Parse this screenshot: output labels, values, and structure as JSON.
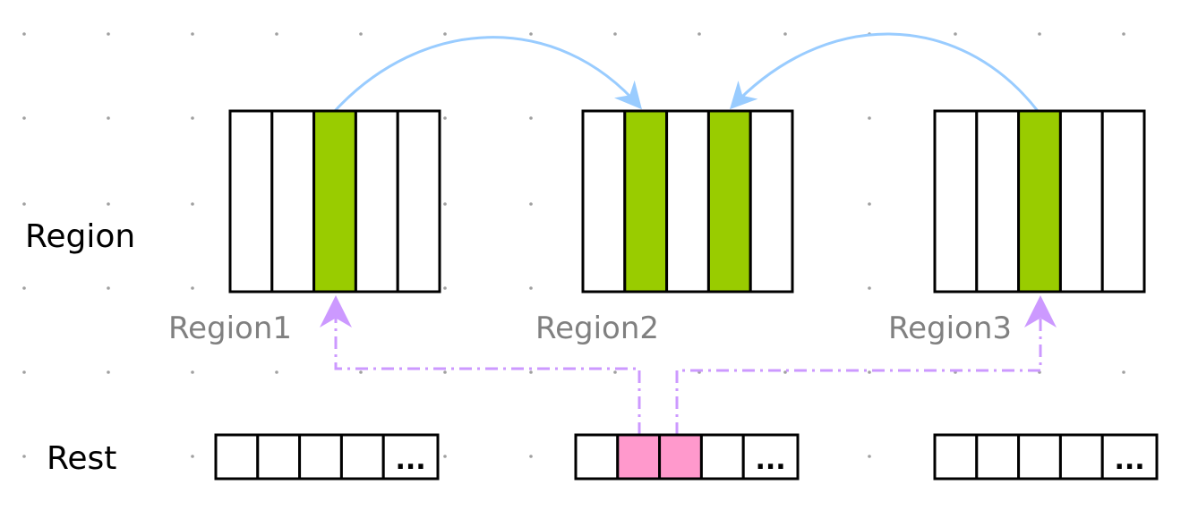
{
  "labels": {
    "region_row": "Region",
    "rest_row": "Rest",
    "region1": "Region1",
    "region2": "Region2",
    "region3": "Region3",
    "ellipsis": "..."
  },
  "colors": {
    "highlight_green": "#99cc00",
    "highlight_pink": "#ff99cc",
    "empty_cell": "#ffffff",
    "cell_border": "#000000",
    "arrow_blue": "#99ccff",
    "arrow_purple": "#cc99ff",
    "grid_dot": "#a0a0a0",
    "region_label_gray": "#808080"
  },
  "regions": [
    {
      "name": "Region1",
      "cells": [
        false,
        false,
        true,
        false,
        false
      ]
    },
    {
      "name": "Region2",
      "cells": [
        false,
        true,
        false,
        true,
        false
      ]
    },
    {
      "name": "Region3",
      "cells": [
        false,
        false,
        true,
        false,
        false
      ]
    }
  ],
  "rest_blocks": [
    {
      "cells": [
        false,
        false,
        false,
        false
      ],
      "ellipsis": true
    },
    {
      "cells": [
        false,
        true,
        true,
        false
      ],
      "ellipsis": true
    },
    {
      "cells": [
        false,
        false,
        false,
        false
      ],
      "ellipsis": true
    }
  ],
  "arrows": [
    {
      "kind": "reference",
      "from": "Region1.cell3",
      "to": "Region2.cell2",
      "color": "#99ccff"
    },
    {
      "kind": "reference",
      "from": "Region3.cell3",
      "to": "Region2.cell4",
      "color": "#99ccff"
    },
    {
      "kind": "points-to",
      "from": "Rest.block2.cell2",
      "to": "Region1.cell3",
      "color": "#cc99ff"
    },
    {
      "kind": "points-to",
      "from": "Rest.block2.cell3",
      "to": "Region3.cell3",
      "color": "#cc99ff"
    }
  ]
}
